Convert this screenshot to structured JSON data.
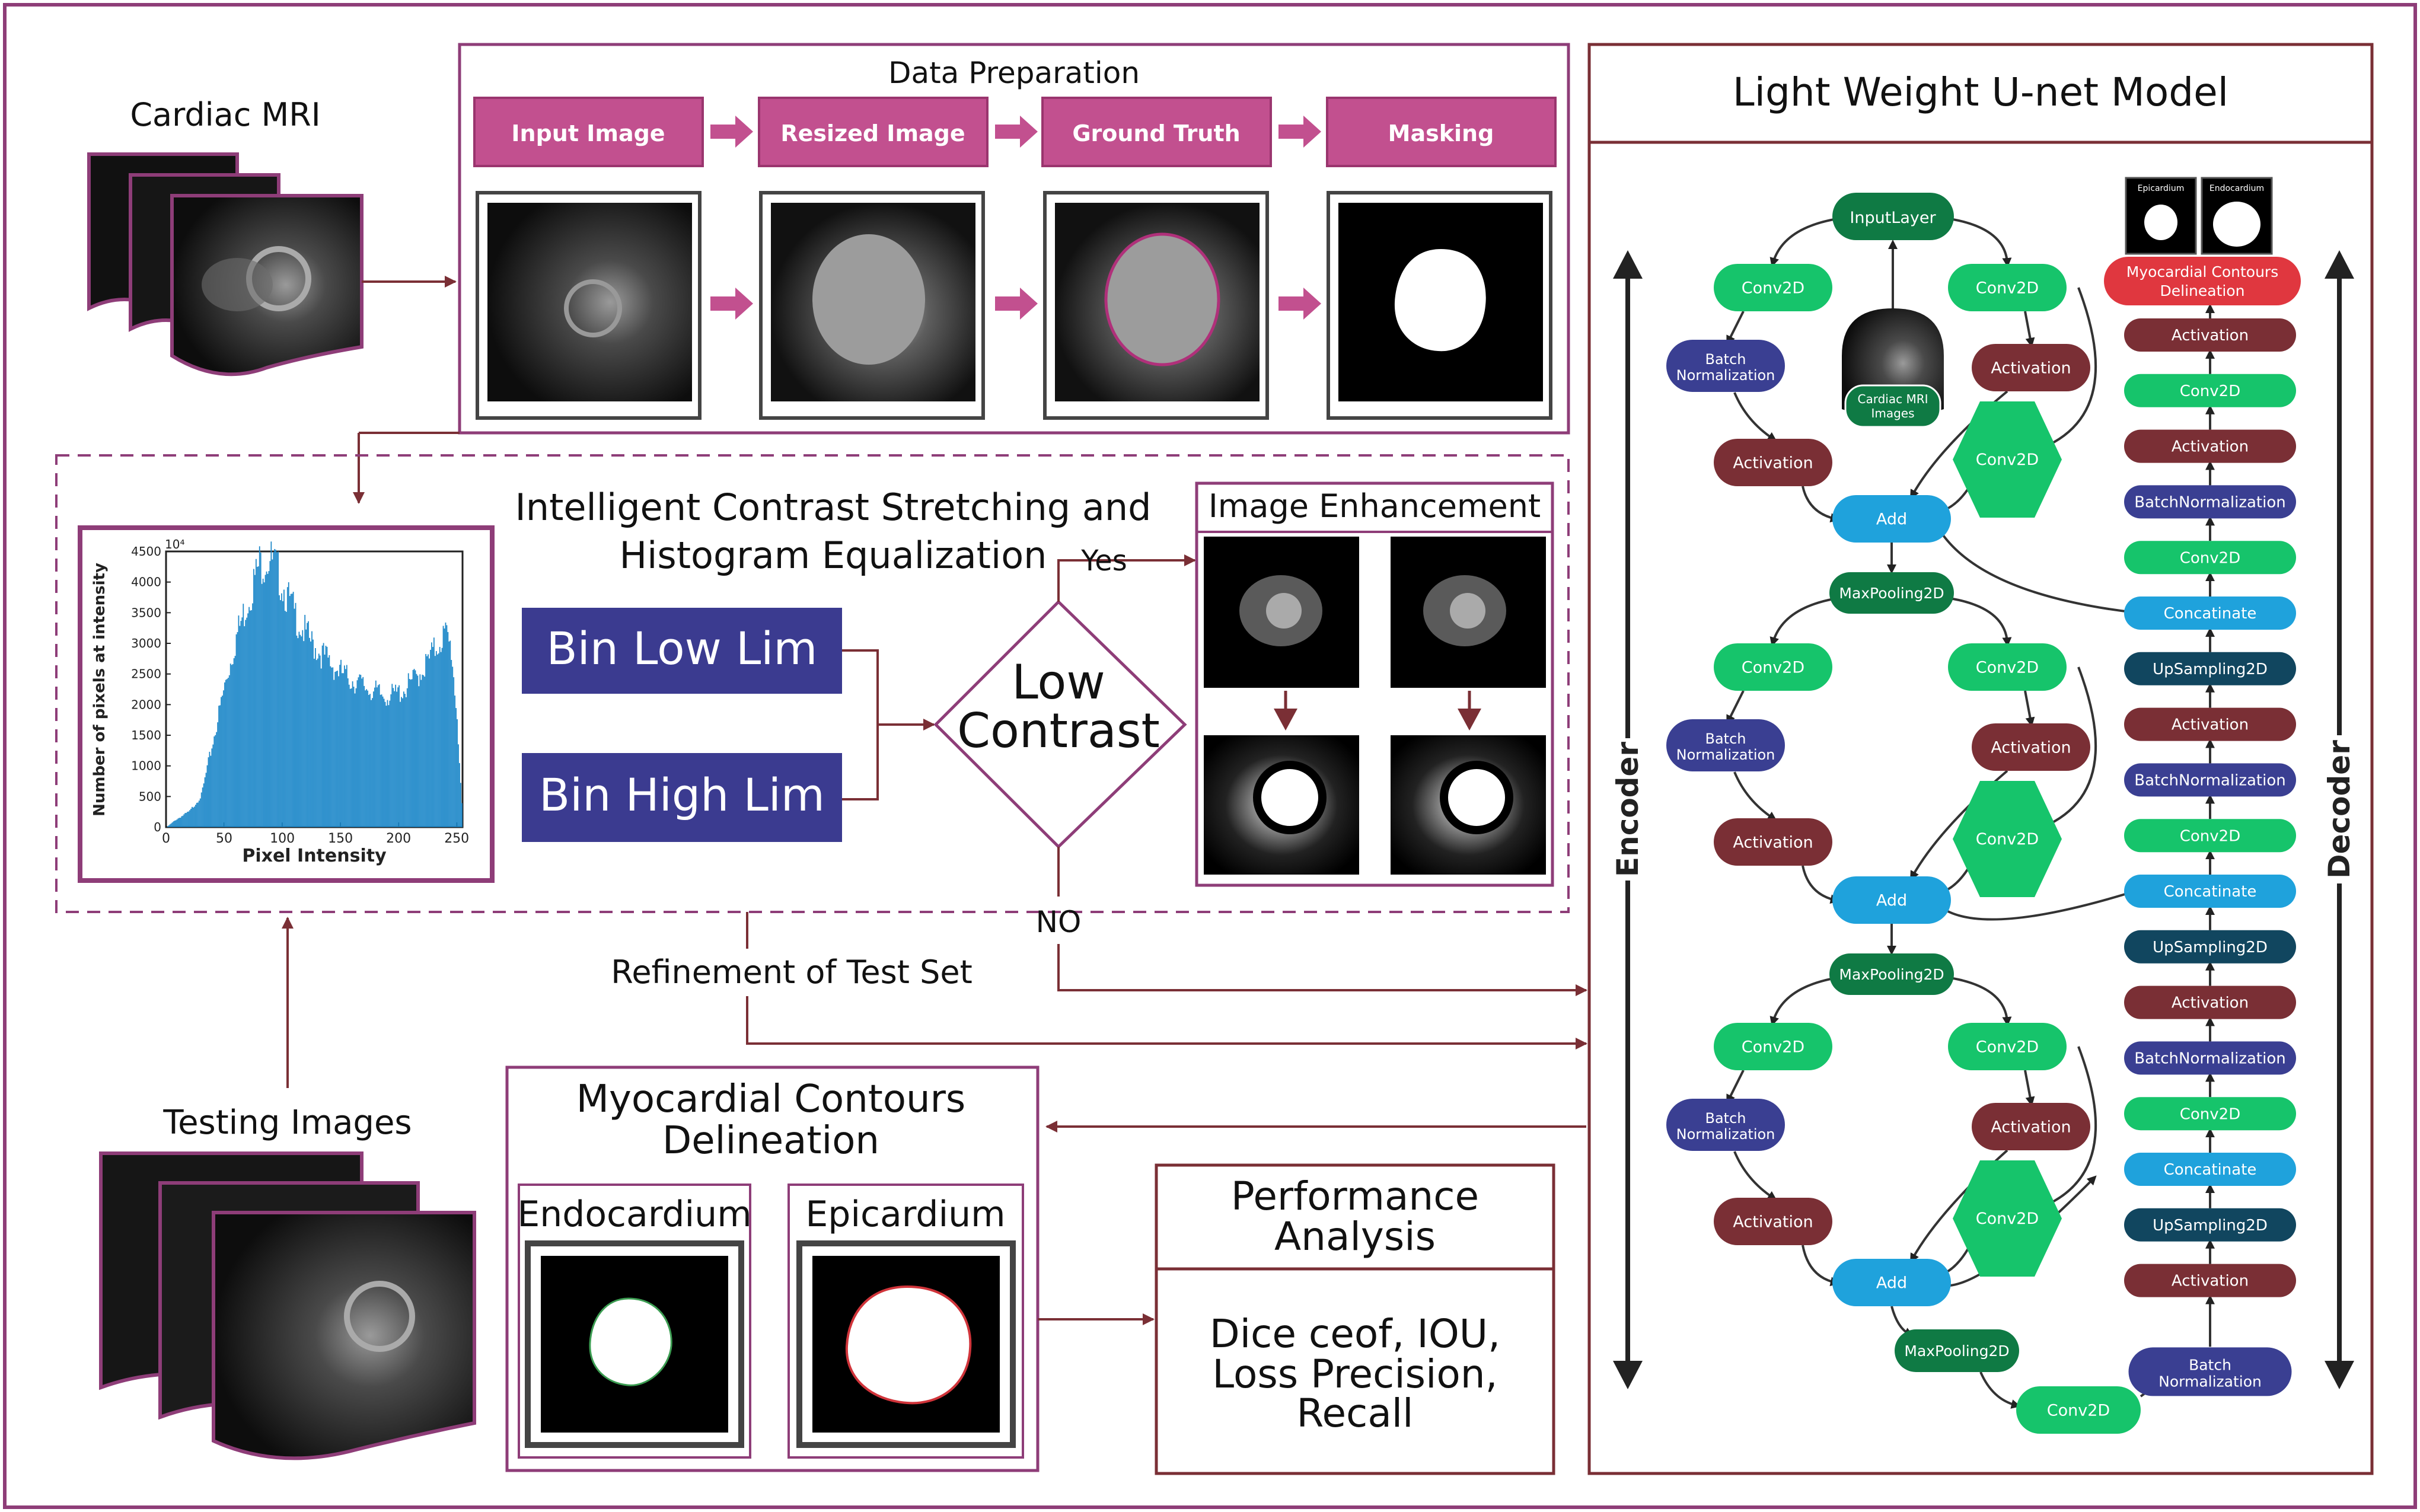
{
  "cardiac_mri_label": "Cardiac MRI",
  "data_preparation": {
    "title": "Data Preparation",
    "steps": [
      "Input Image",
      "Resized Image",
      "Ground Truth",
      "Masking"
    ]
  },
  "contrast": {
    "title_line1": "Intelligent Contrast Stretching and",
    "title_line2": "Histogram Equalization",
    "bin_low": "Bin Low Lim",
    "bin_high": "Bin High Lim",
    "decision_line1": "Low",
    "decision_line2": "Contrast",
    "yes": "Yes",
    "no": "NO"
  },
  "histogram": {
    "ylabel": "Number of pixels at intensity",
    "xlabel": "Pixel Intensity",
    "exponent": "10⁴",
    "yticks": [
      "0",
      "500",
      "1000",
      "1500",
      "2000",
      "2500",
      "3000",
      "3500",
      "4000",
      "4500"
    ],
    "xticks": [
      "0",
      "50",
      "100",
      "150",
      "200",
      "250"
    ]
  },
  "chart_data": {
    "type": "bar",
    "xlabel": "Pixel Intensity",
    "ylabel": "Number of pixels at intensity",
    "xlim": [
      0,
      255
    ],
    "ylim": [
      0,
      4500
    ],
    "control_points": [
      [
        0,
        0
      ],
      [
        8,
        120
      ],
      [
        20,
        260
      ],
      [
        30,
        520
      ],
      [
        40,
        1400
      ],
      [
        50,
        2300
      ],
      [
        60,
        3100
      ],
      [
        70,
        3700
      ],
      [
        80,
        4300
      ],
      [
        88,
        4400
      ],
      [
        95,
        4200
      ],
      [
        105,
        3700
      ],
      [
        115,
        3300
      ],
      [
        125,
        3000
      ],
      [
        135,
        2800
      ],
      [
        145,
        2600
      ],
      [
        155,
        2450
      ],
      [
        165,
        2350
      ],
      [
        175,
        2250
      ],
      [
        185,
        2150
      ],
      [
        195,
        2150
      ],
      [
        205,
        2250
      ],
      [
        215,
        2450
      ],
      [
        225,
        2700
      ],
      [
        235,
        3050
      ],
      [
        240,
        3150
      ],
      [
        245,
        2900
      ],
      [
        250,
        1800
      ],
      [
        255,
        0
      ]
    ]
  },
  "image_enhancement": {
    "title": "Image Enhancement"
  },
  "refinement_label": "Refinement of Test Set",
  "testing_images_label": "Testing Images",
  "contours": {
    "title_line1": "Myocardial Contours",
    "title_line2": "Delineation",
    "endo": "Endocardium",
    "epi": "Epicardium"
  },
  "performance": {
    "title_line1": "Performance",
    "title_line2": "Analysis",
    "metrics": [
      "Dice ceof, IOU,",
      "Loss Precision,",
      "Recall"
    ]
  },
  "unet": {
    "title": "Light Weight U-net Model",
    "encoder_label": "Encoder",
    "decoder_label": "Decoder",
    "input_layer": "InputLayer",
    "mri_caption_line1": "Cardiac MRI",
    "mri_caption_line2": "Images",
    "conv2d": "Conv2D",
    "batch_norm_line1": "Batch",
    "batch_norm_line2": "Normalization",
    "activation": "Activation",
    "add": "Add",
    "maxpool": "MaxPooling2D",
    "output_title_line1": "Myocardial Contours",
    "output_title_line2": "Delineation",
    "epicardium_small": "Epicardium",
    "endocardium_small": "Endocardium",
    "decoder_stack": [
      "Activation",
      "Conv2D",
      "Activation",
      "BatchNormalization",
      "Conv2D",
      "Concatinate",
      "UpSampling2D",
      "Activation",
      "BatchNormalization",
      "Conv2D",
      "Concatinate",
      "UpSampling2D",
      "Activation",
      "BatchNormalization",
      "Conv2D",
      "Concatinate",
      "UpSampling2D",
      "Activation"
    ],
    "decoder_last_line1": "Batch",
    "decoder_last_line2": "Normalization"
  },
  "colors": {
    "frame": "#8e3d78",
    "magenta": "#c2508f",
    "navy": "#3b3b90",
    "maroon": "#7a2f35",
    "green_dark": "#0f7a44",
    "green_light": "#16c46b",
    "blue_light": "#1fa2dc",
    "teal_dark": "#11465f",
    "indigo": "#3a3f92",
    "red": "#e0373f",
    "hist_bar": "#1a86c8"
  }
}
